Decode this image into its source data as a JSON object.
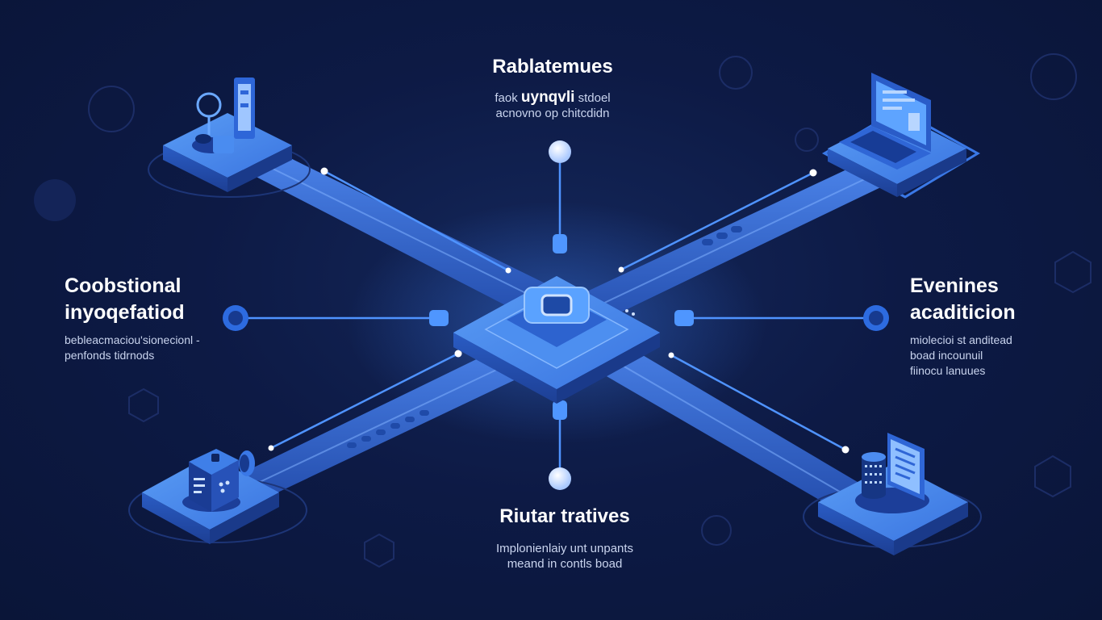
{
  "colors": {
    "background": "#0d1a45",
    "beam": "#2f62c9",
    "platform": "#3d80ea",
    "accent": "#5aa2ff",
    "node": "#dbe9ff"
  },
  "hub": {
    "icon": "square-ring-icon"
  },
  "labels": {
    "top": {
      "title": "Rablatemues",
      "line1_pre": "faok",
      "line1_strong": "uynqvli",
      "line1_post": "stdoel",
      "line2": "acnovno op chitcdidn"
    },
    "left": {
      "title_line1": "Coobstional",
      "title_line2": "inyoqefatiod",
      "line1": "bebleacmaciou'sionecionl -",
      "line2": "penfonds tidrnods"
    },
    "right": {
      "title_line1": "Evenines",
      "title_line2": "acaditicion",
      "line1": "miolecioi st anditead",
      "line2": "boad incounuil",
      "line3": "fiinocu lanuues"
    },
    "bottom": {
      "title": "Riutar tratives",
      "line1": "Implonienlaiy unt unpants",
      "line2": "meand in contls boad"
    }
  },
  "stations": [
    {
      "position": "top-left",
      "icon": "lab-equipment-icon"
    },
    {
      "position": "top-right",
      "icon": "laptop-icon"
    },
    {
      "position": "bottom-left",
      "icon": "server-box-icon"
    },
    {
      "position": "bottom-right",
      "icon": "database-document-icon"
    }
  ]
}
